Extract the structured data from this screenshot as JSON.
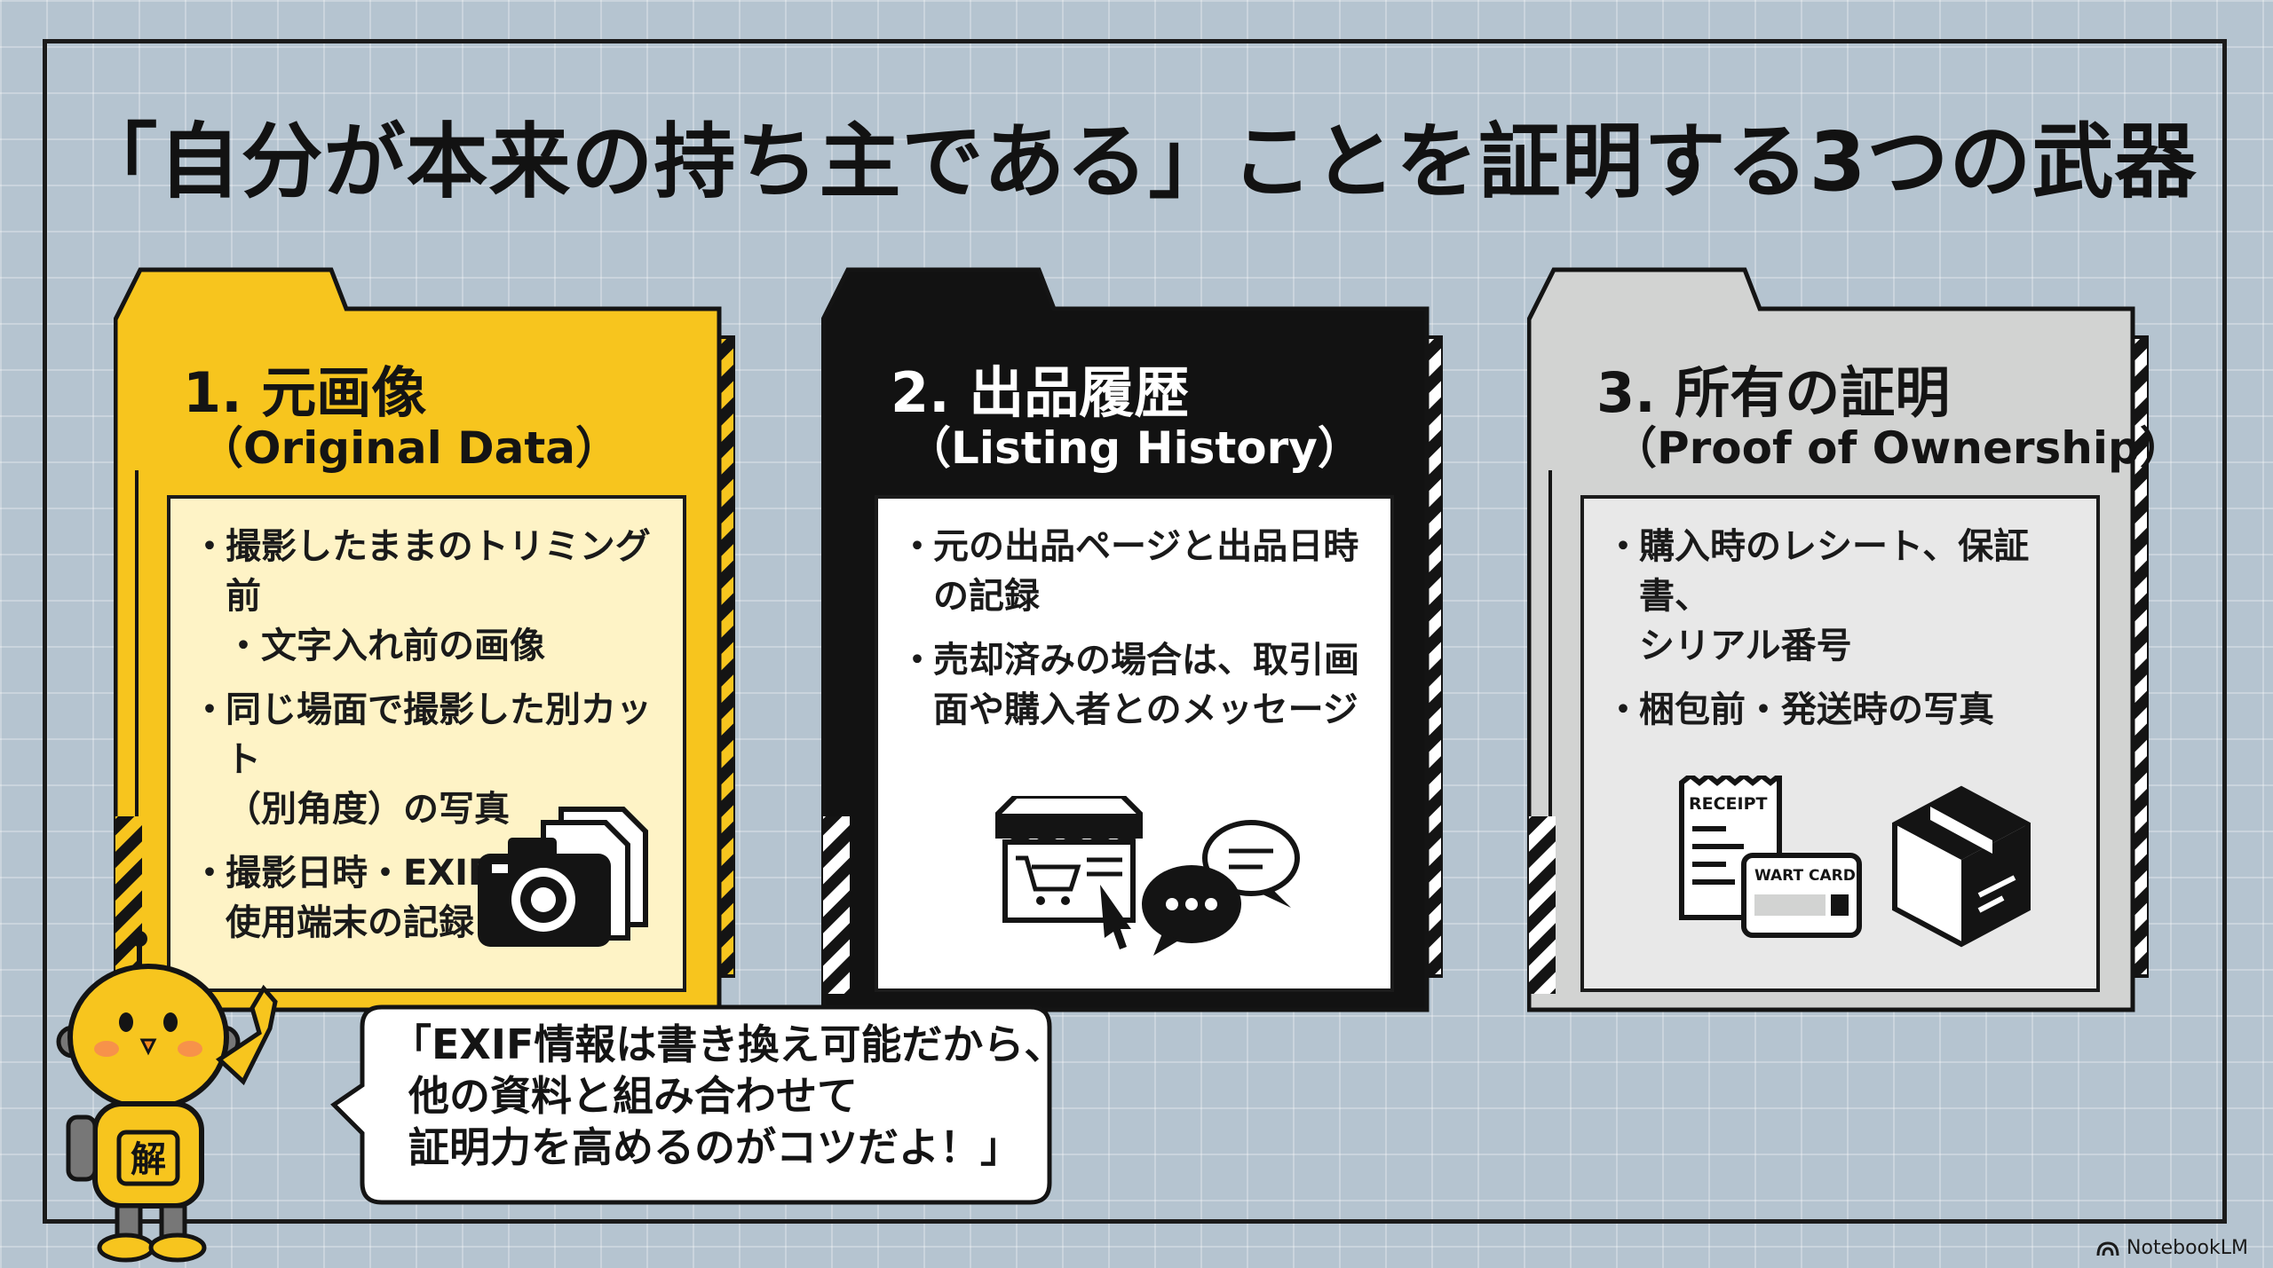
{
  "title": "「自分が本来の持ち主である」ことを証明する3つの武器",
  "cards": [
    {
      "heading": "1. 元画像",
      "subheading": "（Original Data）",
      "bullets": [
        "撮影したままのトリミング前・文字入れ前の画像",
        "同じ場面で撮影した別カット（別角度）の写真",
        "撮影日時・EXIF情報・使用端末の記録"
      ],
      "bullet_lines": [
        [
          "撮影したままのトリミング前",
          "・文字入れ前の画像"
        ],
        [
          "同じ場面で撮影した別カット",
          "（別角度）の写真"
        ],
        [
          "撮影日時・EXIF情報・",
          "使用端末の記録"
        ]
      ],
      "icon": "camera-icon"
    },
    {
      "heading": "2. 出品履歴",
      "subheading": "（Listing History）",
      "bullets": [
        "元の出品ページと出品日時の記録",
        "売却済みの場合は、取引画面や購入者とのメッセージ"
      ],
      "bullet_lines": [
        [
          "元の出品ページと出品日時",
          "の記録"
        ],
        [
          "売却済みの場合は、取引画",
          "面や購入者とのメッセージ"
        ]
      ],
      "icon": "shop-and-chat-icon"
    },
    {
      "heading": "3. 所有の証明",
      "subheading": "（Proof of Ownership）",
      "bullets": [
        "購入時のレシート、保証書、シリアル番号",
        "梱包前・発送時の写真"
      ],
      "bullet_lines": [
        [
          "購入時のレシート、保証書、",
          "シリアル番号"
        ],
        [
          "梱包前・発送時の写真"
        ]
      ],
      "icon": "receipt-card-box-icon",
      "receipt_label": "RECEIPT",
      "card_label": "WART CARD"
    }
  ],
  "mascot": {
    "badge": "解"
  },
  "speech": {
    "lines": [
      "「EXIF情報は書き換え可能だから、",
      "他の資料と組み合わせて",
      "証明力を高めるのがコツだよ！」"
    ]
  },
  "brand": "NotebookLM",
  "colors": {
    "yellow": "#f7c51e",
    "yellow_card": "#fef3c6",
    "black": "#121212",
    "grey": "#d2d3d2",
    "grey_card": "#e8e8e8",
    "background": "#b5c4d0"
  }
}
